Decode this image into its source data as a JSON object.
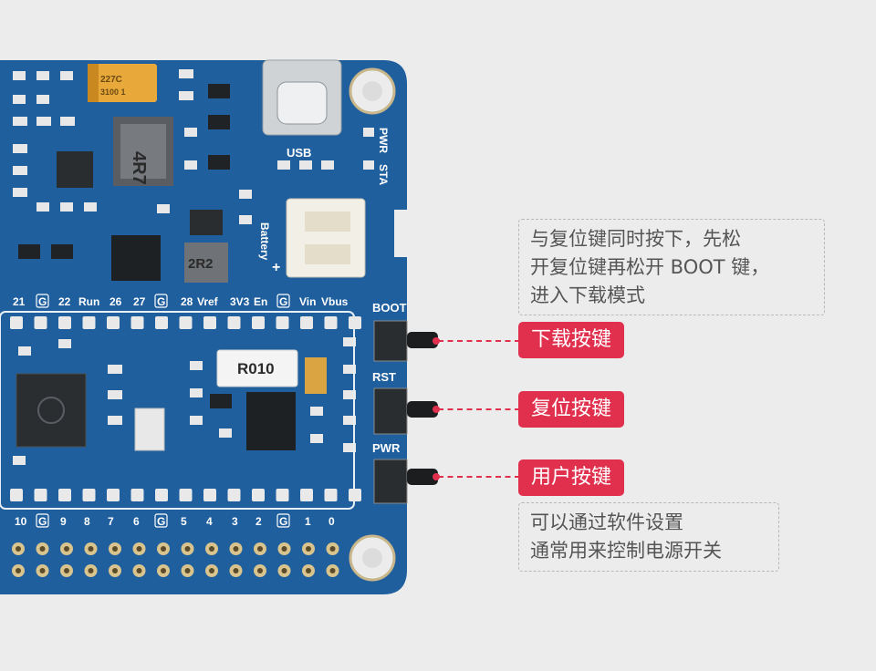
{
  "board": {
    "silkscreen": {
      "usb": "USB",
      "pwr_led": "PWR",
      "sta_led": "STA",
      "battery": "Battery",
      "plus": "+",
      "boot": "BOOT",
      "rst": "RST",
      "pwr_btn": "PWR",
      "top_pins": [
        "21",
        "G",
        "22",
        "Run",
        "26",
        "27",
        "G",
        "28",
        "Vref",
        "3V3",
        "En",
        "G",
        "Vin",
        "Vbus"
      ],
      "bottom_pins": [
        "10",
        "G",
        "9",
        "8",
        "7",
        "6",
        "G",
        "5",
        "4",
        "3",
        "2",
        "G",
        "1",
        "0"
      ]
    },
    "parts": {
      "tantalum_cap": [
        "227C",
        "3100 1"
      ],
      "inductor_large": "4R7",
      "inductor_small": "2R2",
      "shunt_resistor": "R010"
    }
  },
  "callouts": {
    "top_note": [
      "与复位键同时按下，先松",
      "开复位键再松开 BOOT 键，",
      "进入下载模式"
    ],
    "download_key": "下载按键",
    "reset_key": "复位按键",
    "user_key": "用户按键",
    "bottom_note": [
      "可以通过软件设置",
      "通常用来控制电源开关"
    ]
  },
  "colors": {
    "background": "#ececec",
    "pcb": "#1f5f9e",
    "accent": "#e0304e",
    "note_border": "#b8b8b8",
    "note_text": "#555555"
  }
}
